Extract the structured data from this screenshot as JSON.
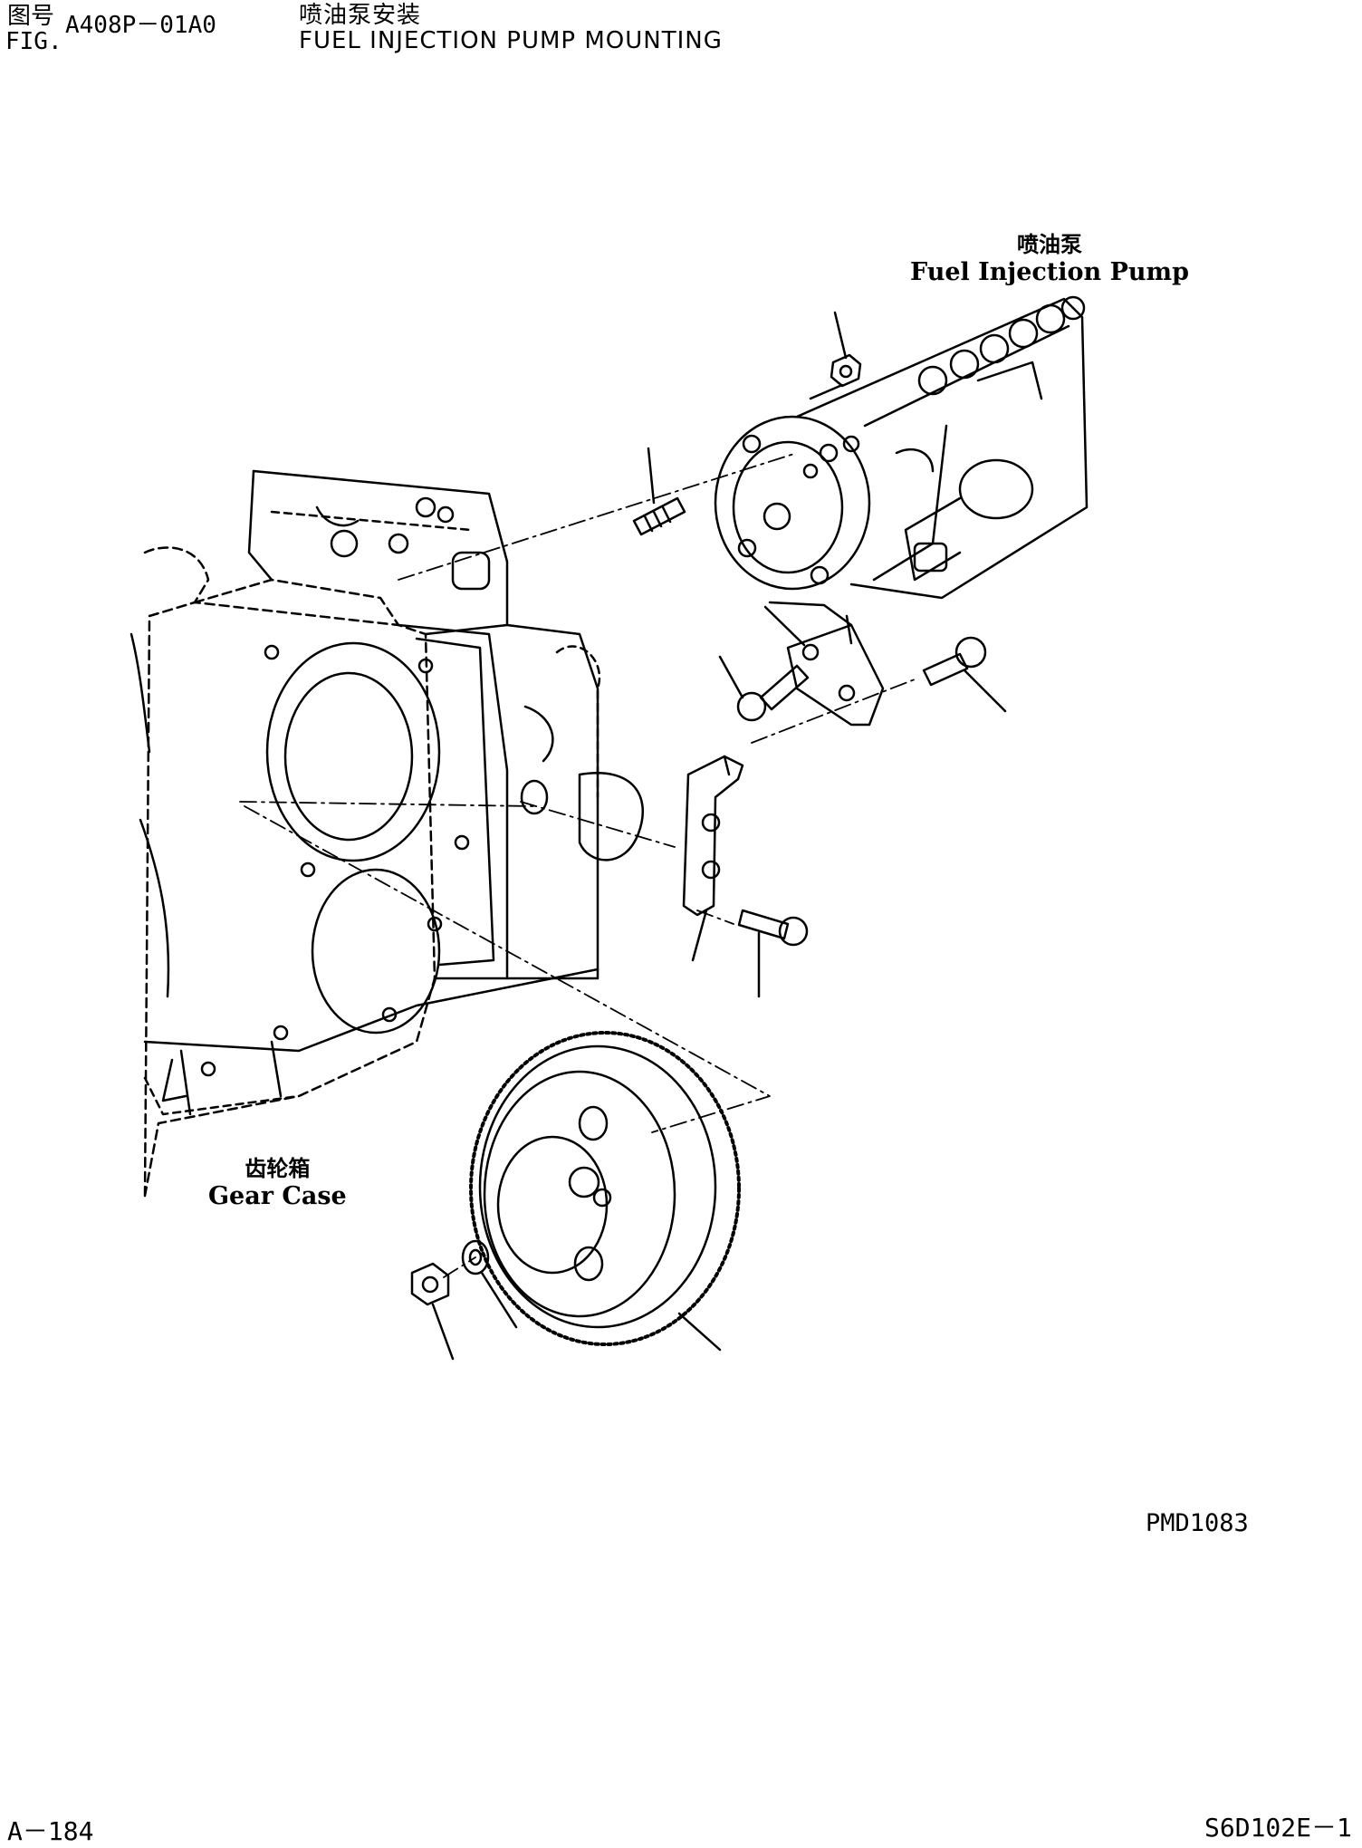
{
  "header": {
    "fig_label_zh": "图号",
    "fig_label_en": "FIG.",
    "fig_number": "A408P－01A0",
    "title_zh": "喷油泵安装",
    "title_en": "FUEL INJECTION PUMP MOUNTING"
  },
  "labels": {
    "pump_zh": "喷油泵",
    "pump_en": "Fuel Injection Pump",
    "gearcase_zh": "齿轮箱",
    "gearcase_en": "Gear Case"
  },
  "footer": {
    "drawing_code": "PMD1083",
    "page": "A－184",
    "model": "S6D102E－1"
  },
  "icons": {
    "engine": "gear-case-drawing",
    "pump": "fuel-injection-pump-drawing",
    "gear": "pump-drive-gear-drawing"
  }
}
